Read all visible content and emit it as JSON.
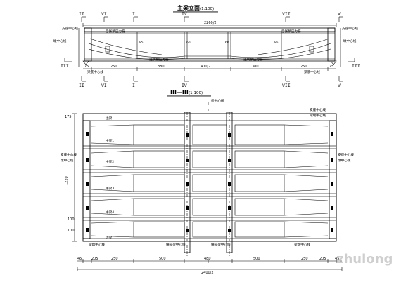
{
  "elevation": {
    "title": "主梁立面",
    "scale": "(1:100)",
    "total_span": "2260/2",
    "dims": [
      "75",
      "250",
      "380",
      "400/2",
      "380",
      "250",
      "75"
    ],
    "section_marks": {
      "top": [
        "II",
        "VI",
        "I",
        "IV",
        "VII",
        "V"
      ],
      "bottom": [
        "II",
        "VI",
        "I",
        "IV",
        "VII",
        "V"
      ],
      "side": [
        "III",
        "III"
      ]
    },
    "labels": {
      "bearing_left": "支座中心线",
      "bearing_right": "支座中心线",
      "pier_left": "墩中心线",
      "pier_right": "墩中心线",
      "cable_left": "后张预应力筋",
      "cable_right": "后张预应力筋",
      "tendon_left": "连续预应力筋",
      "tendon_right": "连续预应力筋",
      "bottom_left": "梁底中心线",
      "bottom_right": "梁底中心线"
    },
    "heights": [
      "60",
      "60",
      "85",
      "85"
    ]
  },
  "plan": {
    "title": "III—III",
    "scale": "(1:100)",
    "centerline": "桥中心线",
    "girders": [
      "边梁",
      "中梁1",
      "中梁2",
      "中梁3",
      "中梁4",
      "边梁"
    ],
    "left_labels": [
      "支座中心线",
      "墩中心线"
    ],
    "right_labels": [
      "支座中心线",
      "墩中心线"
    ],
    "top_labels": [
      "支座中心线",
      "梁端中心线"
    ],
    "bottom_labels": [
      "梁端中心线",
      "横隔梁中心线",
      "横隔梁中心线",
      "梁端中心线"
    ],
    "width_dim": "1220",
    "left_dims": [
      "175",
      "100",
      "100"
    ],
    "bottom_dims": [
      "45",
      "205",
      "250",
      "500",
      "480",
      "500",
      "250",
      "205",
      "45"
    ],
    "total_dim": "2400/2"
  },
  "watermark": "zhulong.com"
}
